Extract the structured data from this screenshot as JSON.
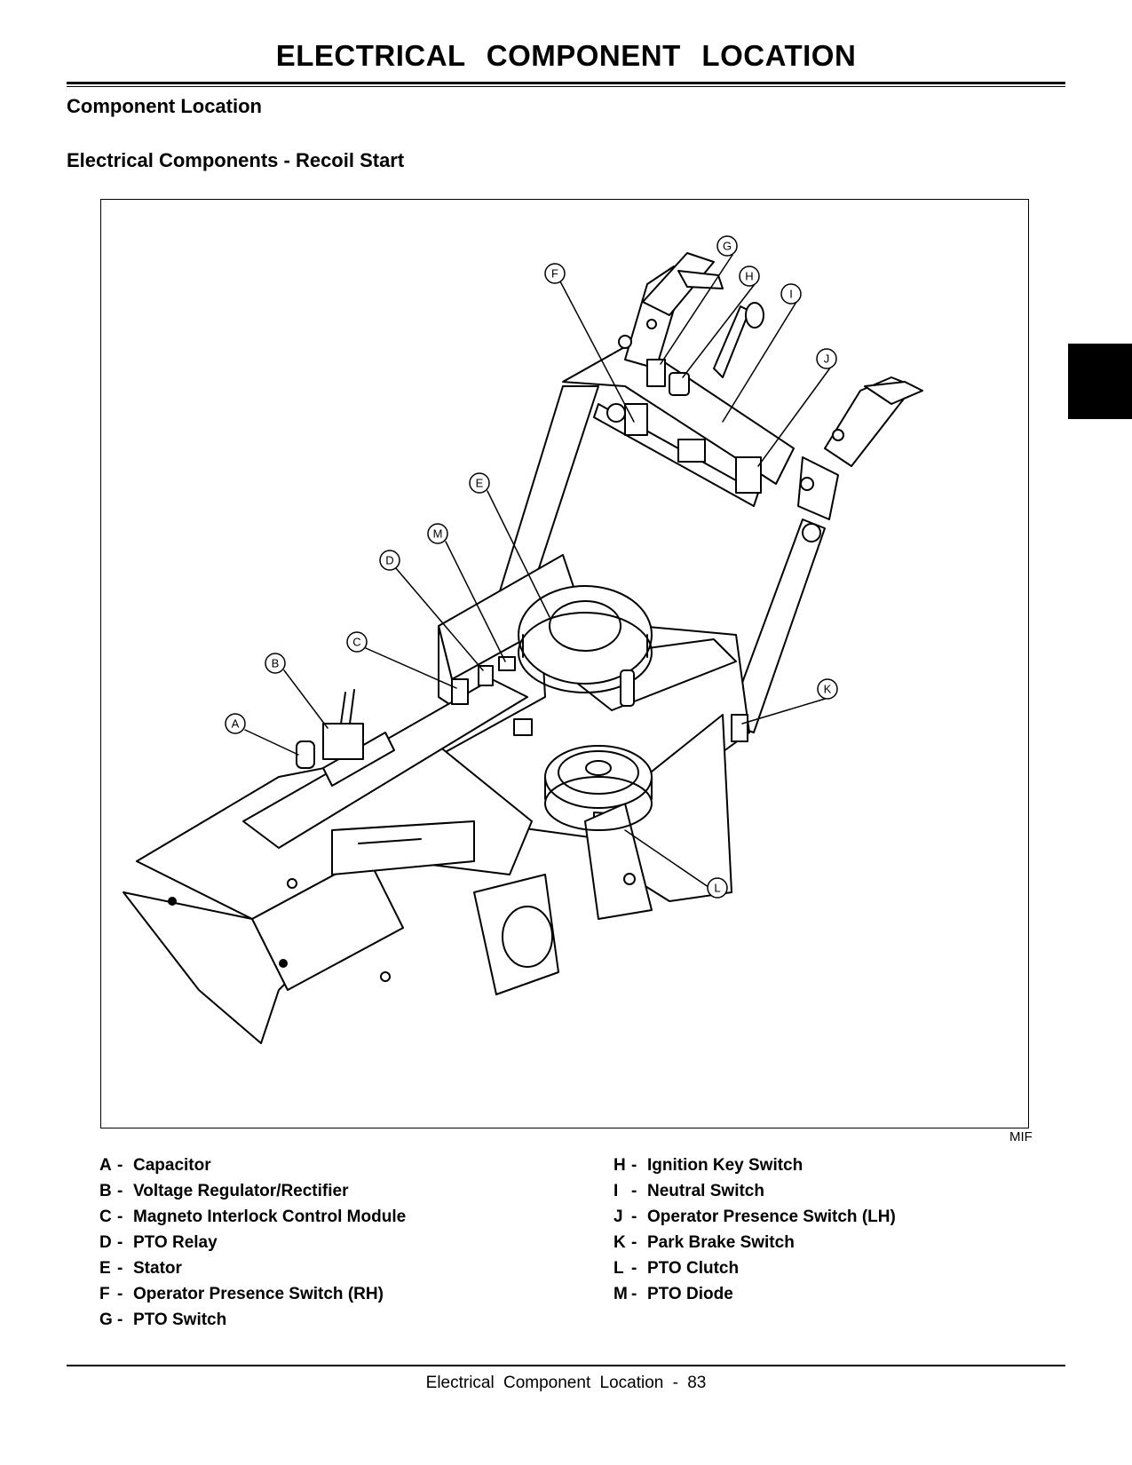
{
  "header": {
    "title": "ELECTRICAL   COMPONENT LOCATION",
    "section": "Component Location",
    "subsection": "Electrical Components - Recoil Start"
  },
  "figure": {
    "code": "MIF",
    "callouts": [
      "A",
      "B",
      "C",
      "D",
      "E",
      "F",
      "G",
      "H",
      "I",
      "J",
      "K",
      "L",
      "M"
    ]
  },
  "legend": {
    "left": [
      {
        "key": "A",
        "label": "Capacitor"
      },
      {
        "key": "B",
        "label": "Voltage Regulator/Rectifier"
      },
      {
        "key": "C",
        "label": "Magneto Interlock Control Module"
      },
      {
        "key": "D",
        "label": "PTO Relay"
      },
      {
        "key": "E",
        "label": "Stator"
      },
      {
        "key": "F",
        "label": "Operator Presence Switch (RH)"
      },
      {
        "key": "G",
        "label": "PTO Switch"
      }
    ],
    "right": [
      {
        "key": "H",
        "label": "Ignition Key Switch"
      },
      {
        "key": "I",
        "label": "Neutral Switch"
      },
      {
        "key": "J",
        "label": "Operator Presence Switch (LH)"
      },
      {
        "key": "K",
        "label": "Park Brake Switch"
      },
      {
        "key": "L",
        "label": "PTO Clutch"
      },
      {
        "key": "M",
        "label": "PTO Diode"
      }
    ]
  },
  "footer": {
    "text": "Electrical   Component Location  - 83"
  }
}
